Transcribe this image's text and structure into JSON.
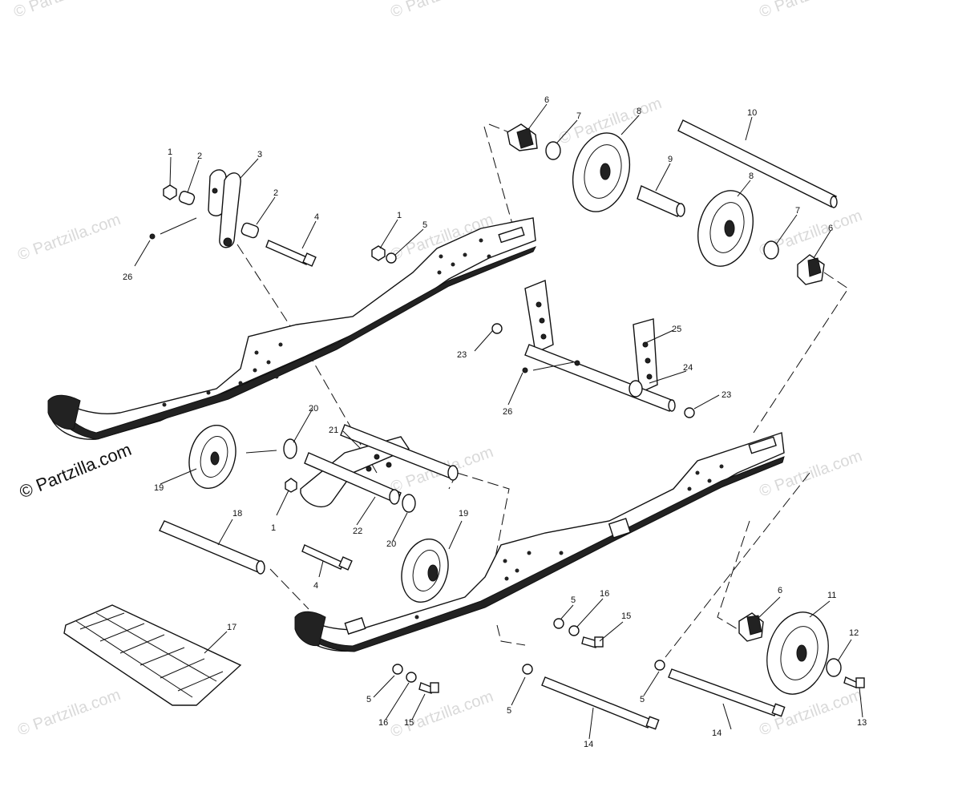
{
  "watermarks": [
    "© Partzilla.com",
    "© Partzilla.com",
    "© Partzilla.com",
    "© Partzilla.com",
    "© Partzilla.com",
    "© Partzilla.com",
    "© Partzilla.com",
    "© Partzilla.com",
    "© Partzilla.com",
    "© Partzilla.com",
    "© Partzilla.com",
    "© Partzilla.com"
  ],
  "main_watermark": "© Partzilla.com",
  "callouts": [
    {
      "label": "1"
    },
    {
      "label": "2"
    },
    {
      "label": "3"
    },
    {
      "label": "2"
    },
    {
      "label": "4"
    },
    {
      "label": "26"
    },
    {
      "label": "1"
    },
    {
      "label": "5"
    },
    {
      "label": "6"
    },
    {
      "label": "7"
    },
    {
      "label": "8"
    },
    {
      "label": "9"
    },
    {
      "label": "10"
    },
    {
      "label": "8"
    },
    {
      "label": "7"
    },
    {
      "label": "6"
    },
    {
      "label": "25"
    },
    {
      "label": "23"
    },
    {
      "label": "24"
    },
    {
      "label": "26"
    },
    {
      "label": "23"
    },
    {
      "label": "20"
    },
    {
      "label": "21"
    },
    {
      "label": "19"
    },
    {
      "label": "1"
    },
    {
      "label": "22"
    },
    {
      "label": "20"
    },
    {
      "label": "19"
    },
    {
      "label": "18"
    },
    {
      "label": "4"
    },
    {
      "label": "17"
    },
    {
      "label": "5"
    },
    {
      "label": "16"
    },
    {
      "label": "15"
    },
    {
      "label": "6"
    },
    {
      "label": "11"
    },
    {
      "label": "12"
    },
    {
      "label": "13"
    },
    {
      "label": "5"
    },
    {
      "label": "16"
    },
    {
      "label": "15"
    },
    {
      "label": "5"
    },
    {
      "label": "14"
    },
    {
      "label": "5"
    },
    {
      "label": "14"
    }
  ]
}
